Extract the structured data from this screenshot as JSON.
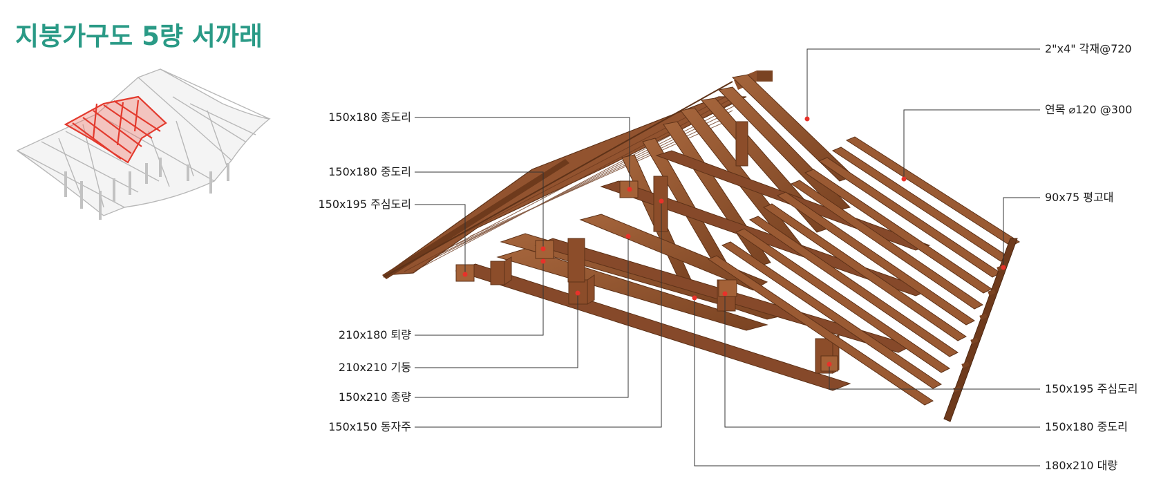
{
  "title": "지붕가구도 5량 서까래",
  "colors": {
    "title": "#2a9a86",
    "wood": "#8a4f2c",
    "wood_dark": "#5e3218",
    "wood_light": "#b07048",
    "highlight": "#e8322a",
    "leader": "#333333"
  },
  "labels_left": [
    {
      "id": "jongdori",
      "text": "150x180  종도리"
    },
    {
      "id": "jungdori-l",
      "text": "150x180  중도리"
    },
    {
      "id": "jusimdori-l",
      "text": "150x195  주심도리"
    },
    {
      "id": "toeryang",
      "text": "210x180  퇴량"
    },
    {
      "id": "gidung",
      "text": "210x210  기둥"
    },
    {
      "id": "jongryang",
      "text": "150x210  종량"
    },
    {
      "id": "dongjaju",
      "text": "150x150  동자주"
    }
  ],
  "labels_right": [
    {
      "id": "gakjae",
      "text": "2\"x4\"  각재@720"
    },
    {
      "id": "yeonmok",
      "text": "연목 ⌀120 @300"
    },
    {
      "id": "pyeonggodae",
      "text": "90x75  평고대"
    },
    {
      "id": "jusimdori-r",
      "text": "150x195  주심도리"
    },
    {
      "id": "jungdori-r",
      "text": "150x180  중도리"
    },
    {
      "id": "daeryang",
      "text": "180x210  대량"
    }
  ]
}
